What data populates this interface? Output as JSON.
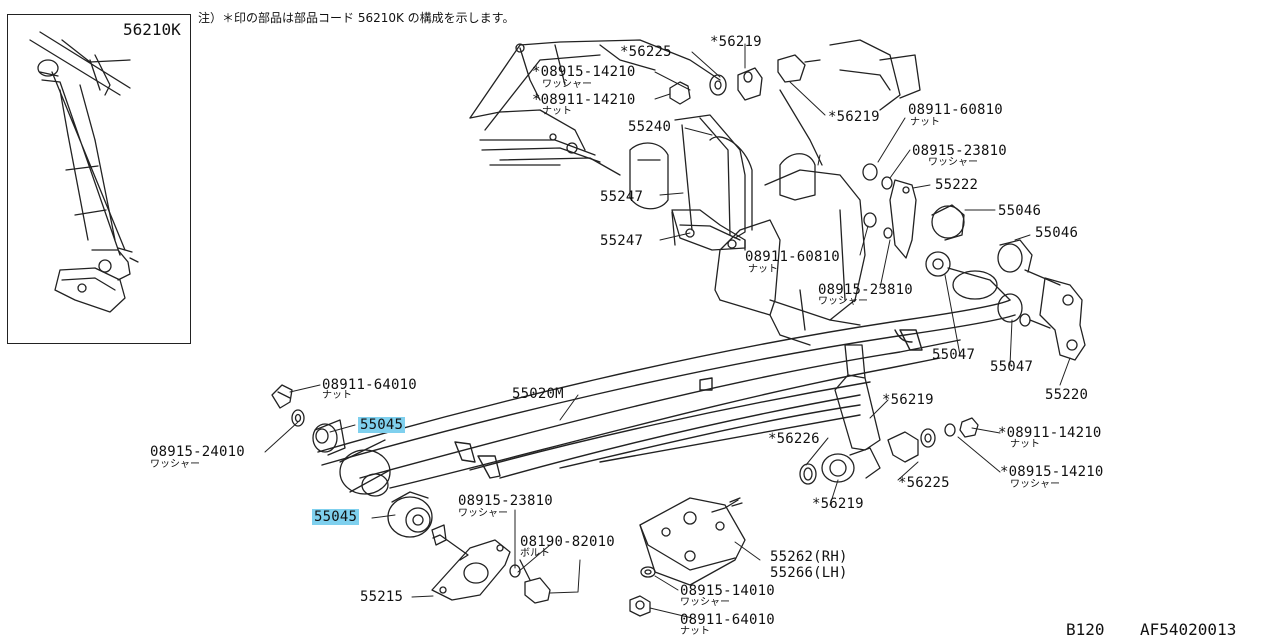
{
  "note": "注）＊印の部品は部品コード 56210K の構成を示します。",
  "inset_code": "56210K",
  "corner": {
    "left": "B120",
    "right": "AF54020013"
  },
  "highlight_color": "#7fd0ee",
  "parts": {
    "p56225a": "*56225",
    "p56219a": "*56219",
    "p08915_14210a": "*08915-14210",
    "p08915_14210a_sub": "ワッシャー",
    "p08911_14210a": "*08911-14210",
    "p08911_14210a_sub": "ナット",
    "p55240": "55240",
    "p56219b": "*56219",
    "p08911_60810a": "08911-60810",
    "p08911_60810a_sub": "ナット",
    "p08915_23810a": "08915-23810",
    "p08915_23810a_sub": "ワッシャー",
    "p55222": "55222",
    "p55247a": "55247",
    "p55247b": "55247",
    "p55046a": "55046",
    "p55046b": "55046",
    "p08911_60810b": "08911-60810",
    "p08911_60810b_sub": "ナット",
    "p08915_23810b": "08915-23810",
    "p08915_23810b_sub": "ワッシャー",
    "p55047a": "55047",
    "p55047b": "55047",
    "p55220": "55220",
    "p08911_64010a": "08911-64010",
    "p08911_64010a_sub": "ナット",
    "p55020M": "55020M",
    "p55045a": "55045",
    "p08915_24010": "08915-24010",
    "p08915_24010_sub": "ワッシャー",
    "p56219c": "*56219",
    "p08911_14210b": "*08911-14210",
    "p08911_14210b_sub": "ナット",
    "p56226": "*56226",
    "p56225b": "*56225",
    "p08915_14210b": "*08915-14210",
    "p08915_14210b_sub": "ワッシャー",
    "p56219d": "*56219",
    "p55045b": "55045",
    "p08915_23810c": "08915-23810",
    "p08915_23810c_sub": "ワッシャー",
    "p08190_82010": "08190-82010",
    "p08190_82010_sub": "ボルト",
    "p55262": "55262(RH)",
    "p55266": "55266(LH)",
    "p55215": "55215",
    "p08915_14010": "08915-14010",
    "p08915_14010_sub": "ワッシャー",
    "p08911_64010b": "08911-64010",
    "p08911_64010b_sub": "ナット"
  }
}
